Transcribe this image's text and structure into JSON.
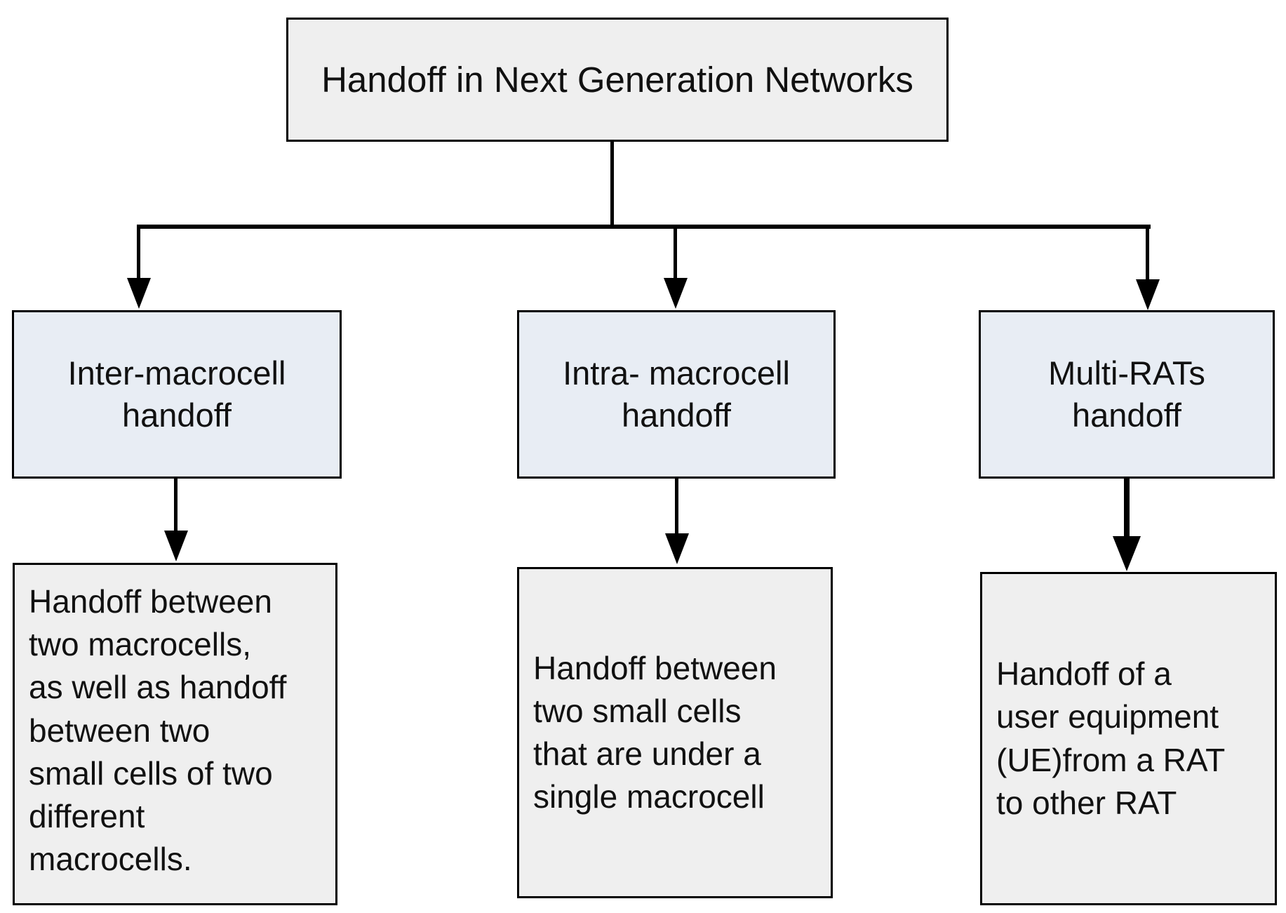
{
  "diagram": {
    "root": {
      "label": "Handoff in Next Generation Networks"
    },
    "branches": [
      {
        "title": "Inter-macrocell\nhandoff",
        "description": "Handoff between\ntwo macrocells,\nas well as handoff\nbetween two\nsmall cells of two\ndifferent\nmacrocells."
      },
      {
        "title": "Intra- macrocell\nhandoff",
        "description": "Handoff between\ntwo small cells\nthat are under a\nsingle macrocell"
      },
      {
        "title": "Multi-RATs\nhandoff",
        "description": "Handoff of a\nuser equipment\n(UE)from a RAT\nto other RAT"
      }
    ],
    "colors": {
      "box_gray_fill": "#efefef",
      "box_blue_fill": "#e8edf4",
      "line_color": "#000000",
      "background": "#ffffff"
    }
  }
}
